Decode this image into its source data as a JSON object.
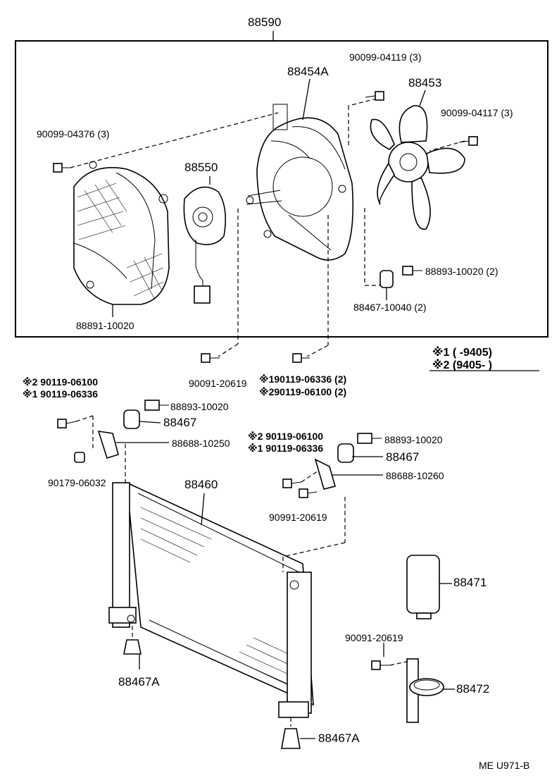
{
  "assembly_number": "88590",
  "labels": {
    "l_88454A": "88454A",
    "l_90099_04119": "90099-04119 (3)",
    "l_88453": "88453",
    "l_90099_04117": "90099-04117 (3)",
    "l_90099_04376": "90099-04376 (3)",
    "l_88550": "88550",
    "l_88893_10020_a": "88893-10020 (2)",
    "l_88467_10040": "88467-10040 (2)",
    "l_88891_10020": "88891-10020",
    "l_90091_20619_a": "90091-20619",
    "l_s1_90119_06336_2": "※190119-06336 (2)",
    "l_s2_90119_06100_2": "※290119-06100 (2)",
    "l_s2_90119_06100_left": "※2 90119-06100",
    "l_s1_90119_06336_left": "※1 90119-06336",
    "l_88893_10020_b": "88893-10020",
    "l_88467_b": "88467",
    "l_88688_10250": "88688-10250",
    "l_90179_06032": "90179-06032",
    "l_88460": "88460",
    "l_s2_90119_06100_right": "※2 90119-06100",
    "l_s1_90119_06336_right": "※1 90119-06336",
    "l_88893_10020_c": "88893-10020",
    "l_88467_c": "88467",
    "l_88688_10260": "88688-10260",
    "l_90991_20619": "90991-20619",
    "l_88471": "88471",
    "l_90091_20619_b": "90091-20619",
    "l_88472": "88472",
    "l_88467A_a": "88467A",
    "l_88467A_b": "88467A"
  },
  "legend": {
    "row1": "※1 (        -9405)",
    "row2": "※2 (9405-         )"
  },
  "footer_code": "ME U971-B"
}
